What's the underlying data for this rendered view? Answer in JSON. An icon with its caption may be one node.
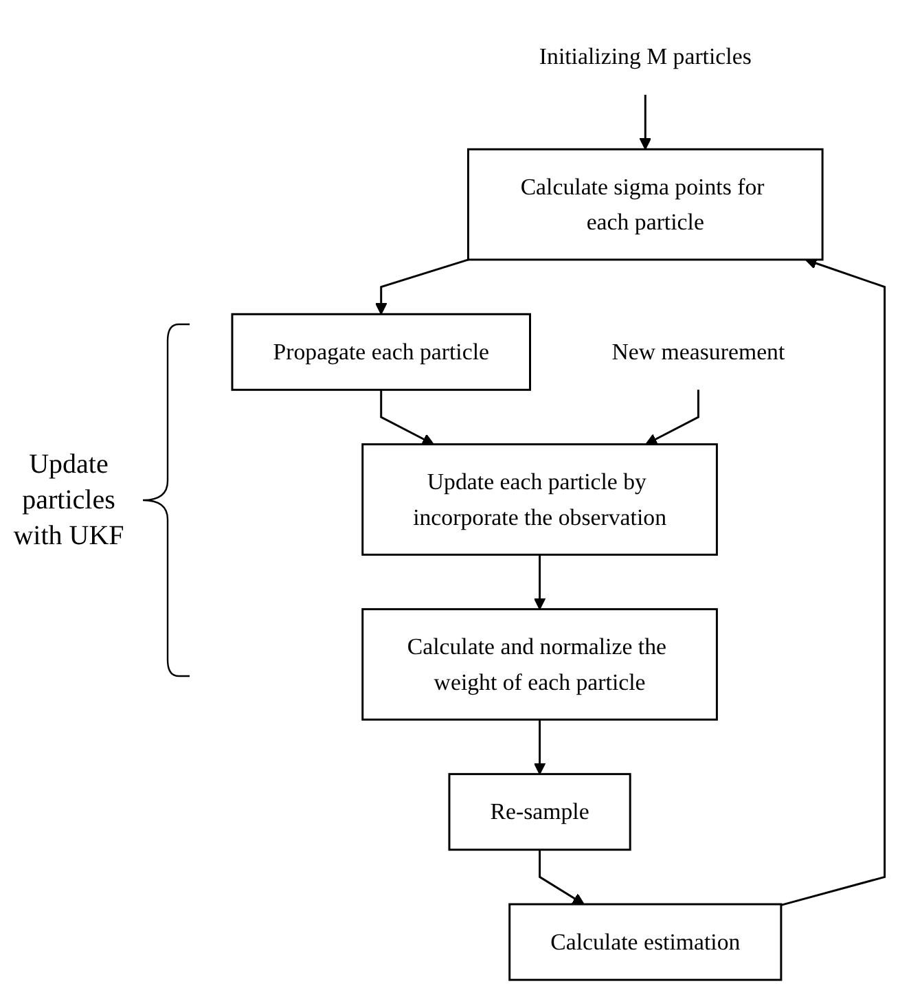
{
  "diagram": {
    "nodes": [
      {
        "text": [
          "Initializing M particles"
        ]
      },
      {
        "text": [
          "Calculate sigma points for each particle"
        ]
      },
      {
        "text": [
          "Propagate each particle"
        ]
      },
      {
        "text": [
          "New measurement"
        ]
      },
      {
        "text": [
          "Update each particle by incorporate the observation"
        ]
      },
      {
        "text": [
          "Calculate and normalize the weight of each particle"
        ]
      },
      {
        "text": [
          "Re-sample"
        ]
      },
      {
        "text": [
          "Calculate estimation"
        ]
      }
    ],
    "edges": [
      {
        "from": 0,
        "to": 1,
        "arrow": "to"
      },
      {
        "from": 7,
        "to": 1,
        "arrow": "to"
      },
      {
        "from": 1,
        "to": 2,
        "arrow": "to"
      },
      {
        "from": 2,
        "to": 4,
        "arrow": "to"
      },
      {
        "from": 3,
        "to": 4,
        "arrow": "to"
      },
      {
        "from": 4,
        "to": 5,
        "arrow": "to"
      },
      {
        "from": 5,
        "to": 6,
        "arrow": "to"
      },
      {
        "from": 6,
        "to": 7,
        "arrow": "to"
      }
    ],
    "labels": [
      "Update particles with UKF"
    ]
  }
}
